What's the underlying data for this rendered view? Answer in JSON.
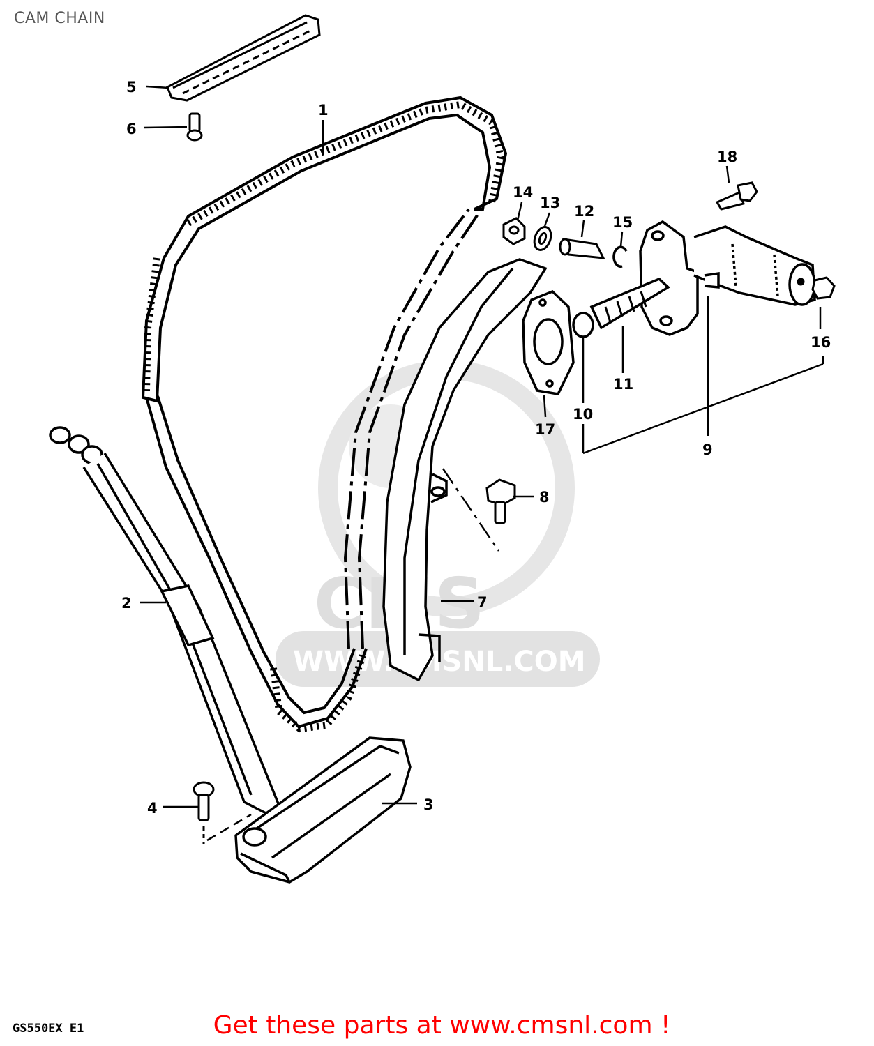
{
  "title": "CAM CHAIN",
  "model_code": "GS550EX E1",
  "watermark": {
    "brand": "CMS",
    "site": "WWW.CMSNL.COM"
  },
  "promo": "Get these parts at www.cmsnl.com !",
  "callouts": [
    "1",
    "2",
    "3",
    "4",
    "5",
    "6",
    "7",
    "8",
    "9",
    "10",
    "11",
    "12",
    "13",
    "14",
    "15",
    "16",
    "17",
    "18"
  ],
  "colors": {
    "title": "#555555",
    "promo": "#ff0000",
    "watermark": "#dedede",
    "lines": "#000000"
  }
}
